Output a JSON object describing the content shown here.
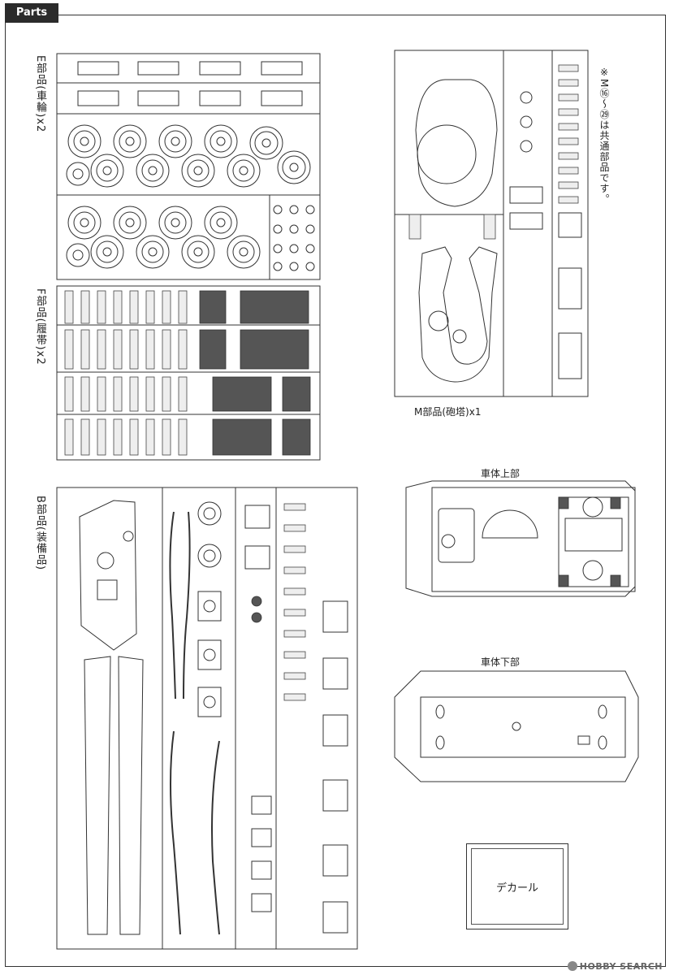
{
  "header": {
    "section": "Parts"
  },
  "sprues": {
    "e": {
      "label": "E部品(車輪)x2"
    },
    "f": {
      "label": "F部品(履帯)x2"
    },
    "m": {
      "label": "M部品(砲塔)x1",
      "note": "※M⑯〜㉙は共通部品です。"
    },
    "b": {
      "label": "B部品(装備品)"
    }
  },
  "hull": {
    "upper_label": "車体上部",
    "lower_label": "車体下部"
  },
  "decal": {
    "label": "デカール"
  },
  "watermark": {
    "text": "HOBBY SEARCH"
  }
}
